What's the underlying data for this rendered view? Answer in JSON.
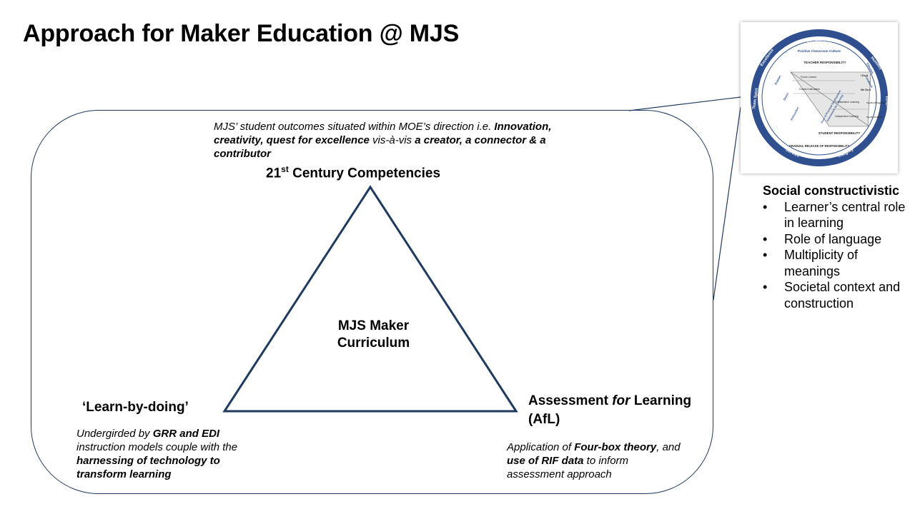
{
  "slide": {
    "title": "Approach for Maker Education @ MJS"
  },
  "top": {
    "note_lead": "MJS’ student outcomes situated within MOE’s direction i.e. ",
    "note_bold1": "Innovation, creativity, quest for excellence",
    "note_mid": " vis-à-vis ",
    "note_bold2": "a creator, a connector & a contributor",
    "heading_main": "21",
    "heading_sup": "st",
    "heading_rest": " Century Competencies"
  },
  "center": {
    "line1": "MJS Maker",
    "line2": "Curriculum"
  },
  "left": {
    "heading": "‘Learn-by-doing’",
    "note_lead": "Undergirded by ",
    "note_bold1": "GRR and EDI",
    "note_mid": " instruction models couple with the ",
    "note_bold2": "harnessing of technology to transform learning"
  },
  "right": {
    "heading_lead": "Assessment ",
    "heading_italic": "for",
    "heading_rest": " Learning (AfL)",
    "note_lead": "Application of ",
    "note_bold1": "Four-box theory",
    "note_mid": ", and ",
    "note_bold2": "use of RIF data",
    "note_rest": " to inform assessment approach"
  },
  "framework": {
    "ring_top": "Compassion",
    "ring_right_top": "Humility",
    "ring_right": "Respect",
    "ring_bottom_right": "Integrity",
    "ring_bottom_left": "Service",
    "ring_left": "Team Spirit",
    "ring_left_top": "Excellence",
    "culture": "Positive   Classroom   Culture",
    "teacher": "TEACHER RESPONSIBILITY",
    "student": "STUDENT RESPONSIBILITY",
    "release": "GRADUAL RELEASE OF RESPONSIBILITY",
    "rows": [
      "Focus Lesson",
      "Guided Instruction",
      "Collaborative Learning",
      "Independent Learning"
    ],
    "right_labels": [
      "I Do It",
      "We Do It",
      "You Do It Together",
      "You Do It Alone"
    ],
    "zone": "Zone of Proximal Development",
    "assess": "Assessment for Learning",
    "left_words": [
      "Explain",
      "Direct",
      "Instruction"
    ],
    "right_words": [
      "Effective",
      "Feedback"
    ],
    "ring_color": "#2f4f8f"
  },
  "social": {
    "heading": "Social constructivistic",
    "items": [
      "Learner’s central role in learning",
      "Role of language",
      "Multiplicity of meanings",
      "Societal context and construction"
    ]
  },
  "colors": {
    "frame": "#1f3a60",
    "triangle": "#1f3a60"
  }
}
